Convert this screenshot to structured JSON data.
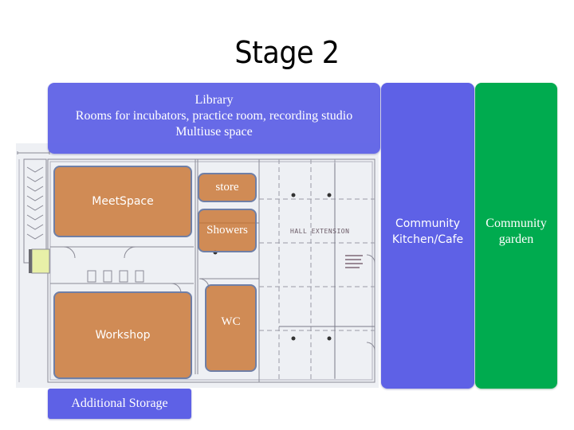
{
  "slide": {
    "title": "Stage 2"
  },
  "blocks": {
    "library": {
      "lines": [
        "Library",
        "Rooms for incubators, practice room, recording studio",
        "Multiuse space"
      ],
      "color": "#5e61e6"
    },
    "kitchen": {
      "lines": [
        "Community",
        "Kitchen/Cafe"
      ],
      "color": "#5e61e6"
    },
    "garden": {
      "lines": [
        "Community",
        "garden"
      ],
      "color": "#00ab4f"
    },
    "storage": {
      "label": "Additional Storage",
      "color": "#5e61e6"
    }
  },
  "floor_plan": {
    "hall_label": "HALL EXTENSION",
    "rooms": {
      "meetspace": "MeetSpace",
      "store": "store",
      "showers": "Showers",
      "workshop": "Workshop",
      "wc": "WC"
    },
    "room_color": "#c86e28"
  }
}
